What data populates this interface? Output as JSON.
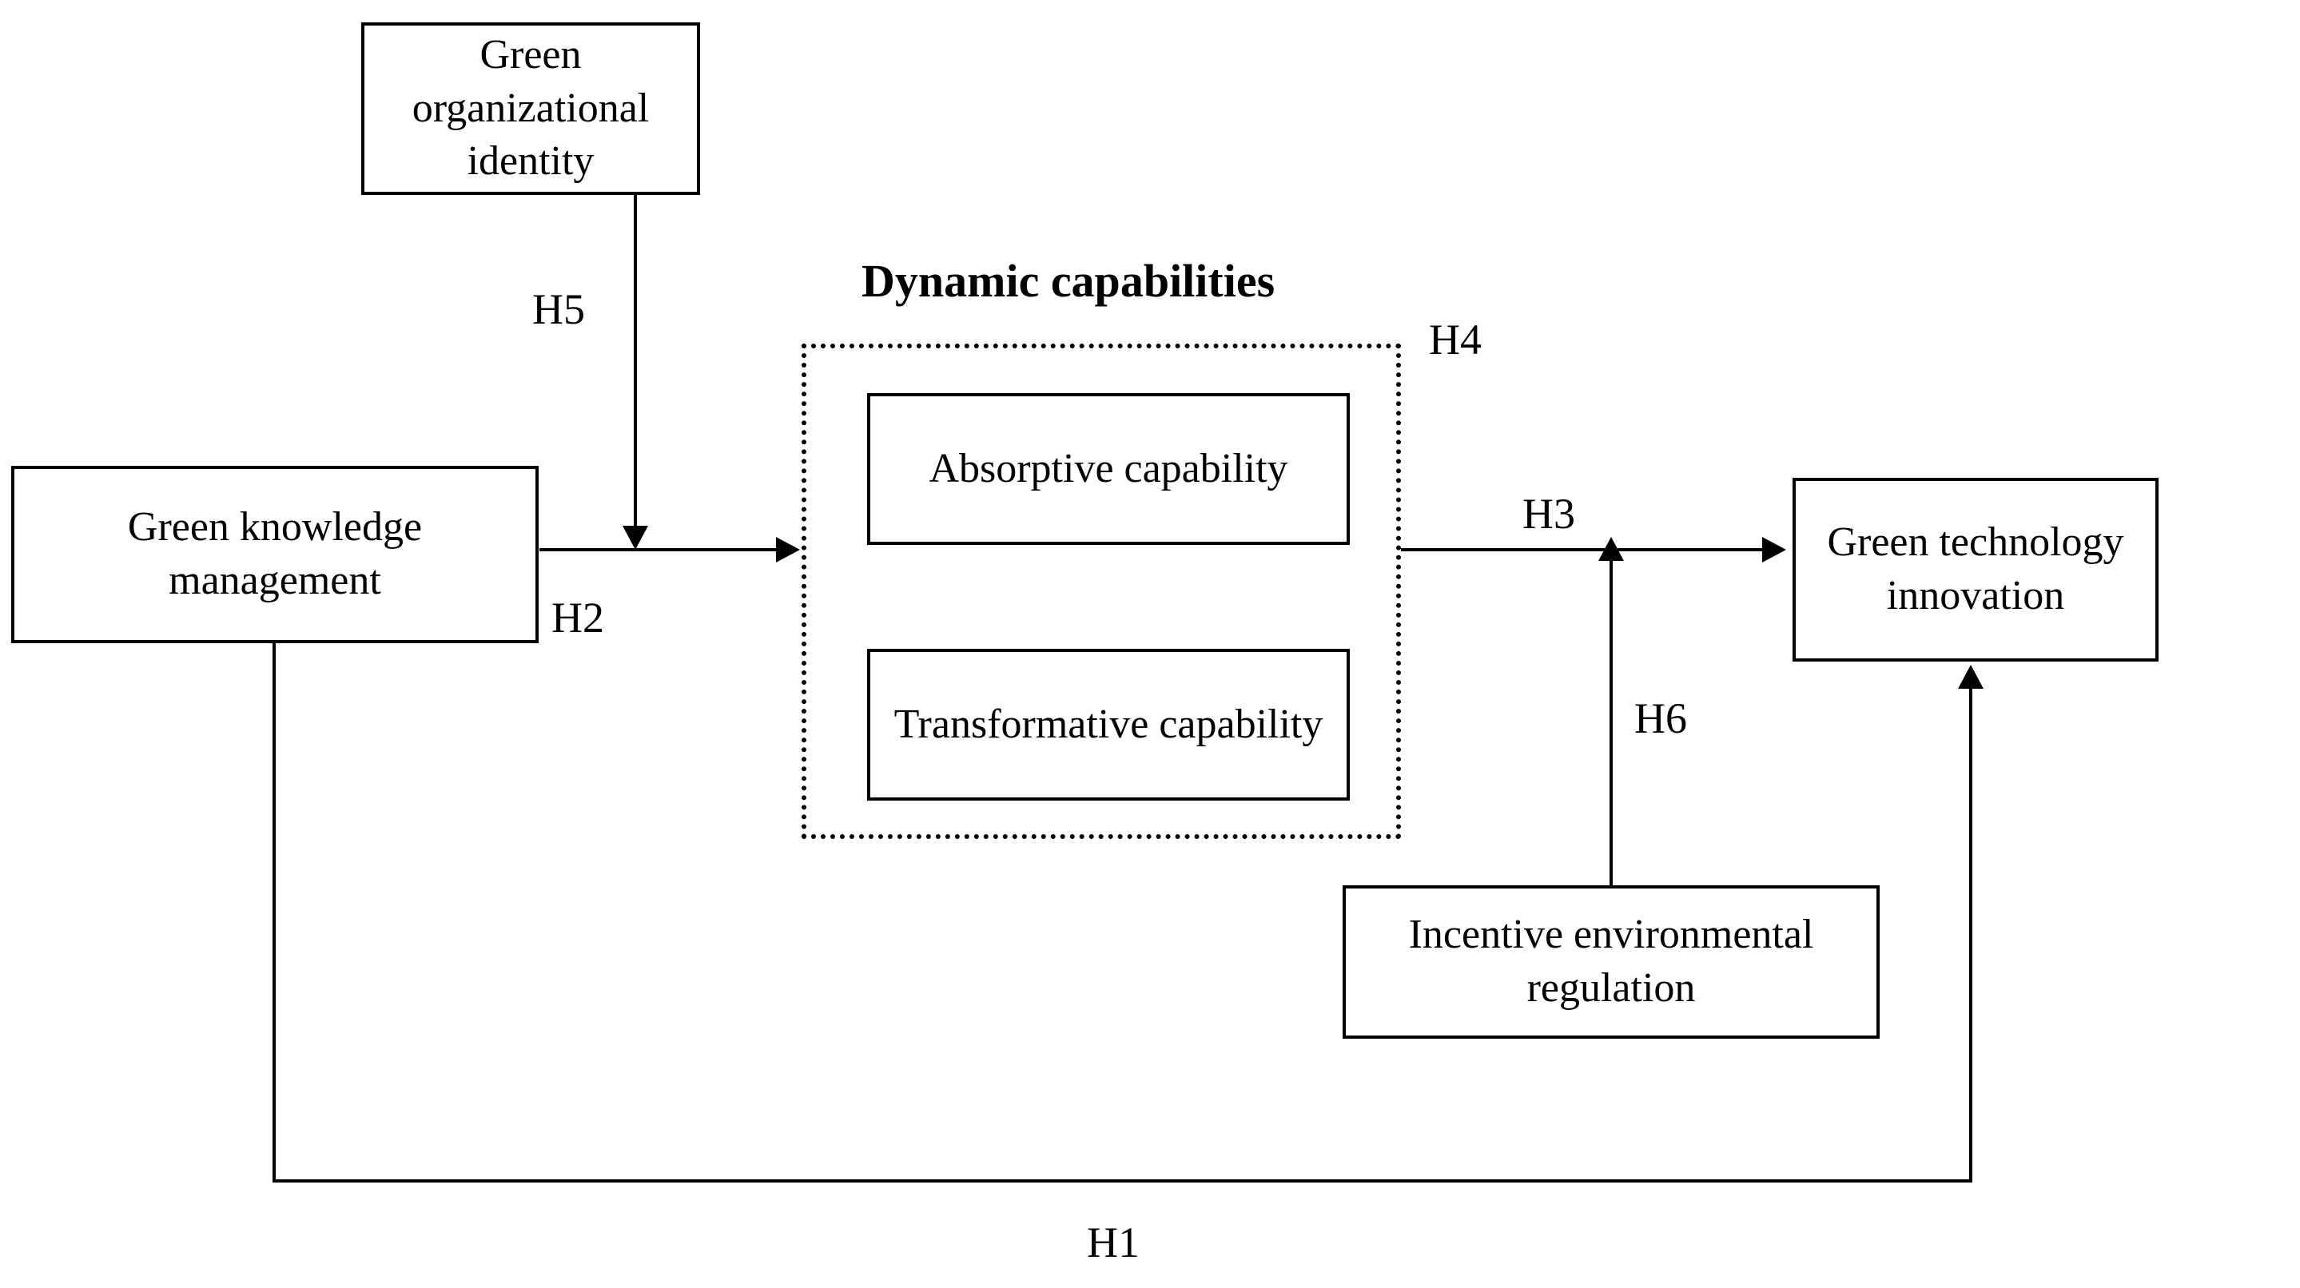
{
  "diagram": {
    "title_group": "Dynamic capabilities",
    "boxes": {
      "green_organizational_identity": "Green organizational identity",
      "green_knowledge_management": "Green knowledge management",
      "absorptive_capability": "Absorptive capability",
      "transformative_capability": "Transformative capability",
      "green_technology_innovation": "Green technology innovation",
      "incentive_environmental_regulation": "Incentive environmental regulation"
    },
    "hypotheses": {
      "h1": "H1",
      "h2": "H2",
      "h3": "H3",
      "h4": "H4",
      "h5": "H5",
      "h6": "H6"
    }
  }
}
